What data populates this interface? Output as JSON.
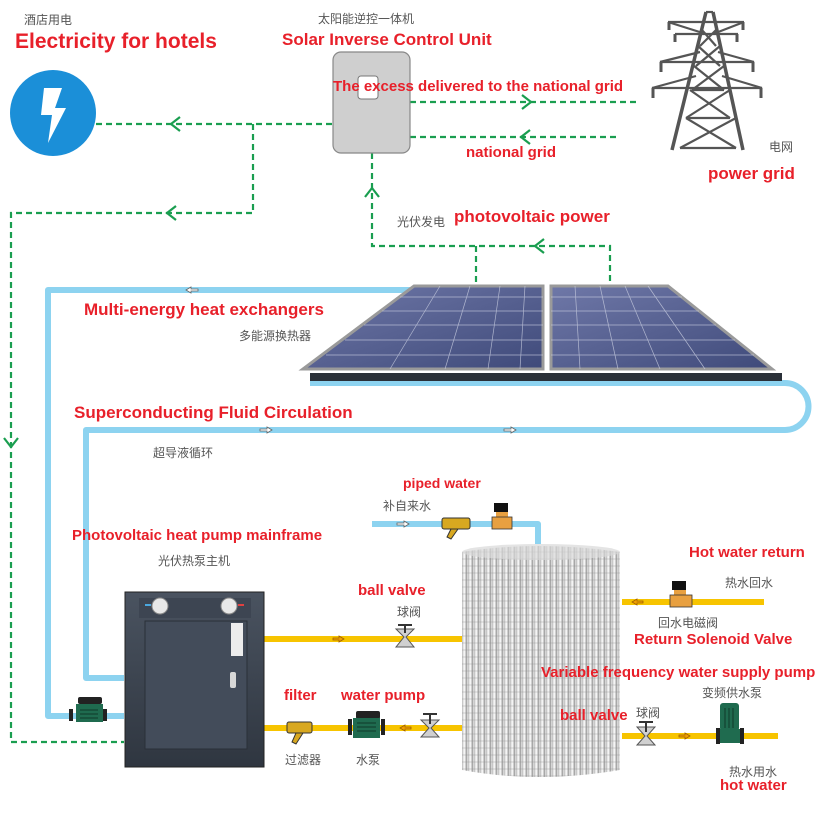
{
  "colors": {
    "label_red": "#e8202a",
    "label_gray": "#555555",
    "power_line_green": "#1a9e50",
    "fluid_pipe_blue": "#8dd3f0",
    "water_pipe_yellow": "#f7c400",
    "icon_blue": "#1b8fd8",
    "pump_green": "#1f6b4f",
    "panel_blue": "#4a5687",
    "mainframe_dark": "#3a4350"
  },
  "nodes": {
    "hotel_electricity": {
      "cn": "酒店用电",
      "en": "Electricity for hotels",
      "icon": "lightning-bolt-icon"
    },
    "inverter": {
      "cn": "太阳能逆控一体机",
      "en": "Solar Inverse Control Unit"
    },
    "power_grid": {
      "cn": "电网",
      "en": "power grid",
      "icon": "transmission-tower-icon"
    },
    "pv_power": {
      "cn": "光伏发电",
      "en": "photovoltaic power"
    },
    "heat_exchanger": {
      "cn": "多能源换热器",
      "en": "Multi-energy heat exchangers"
    },
    "fluid_circulation": {
      "cn": "超导液循环",
      "en": "Superconducting Fluid Circulation"
    },
    "piped_water": {
      "cn": "补自来水",
      "en": "piped water"
    },
    "mainframe": {
      "cn": "光伏热泵主机",
      "en": "Photovoltaic heat pump mainframe"
    },
    "ball_valve_top": {
      "cn": "球阀",
      "en": "ball valve"
    },
    "filter": {
      "cn": "过滤器",
      "en": "filter"
    },
    "water_pump": {
      "cn": "水泵",
      "en": "water pump"
    },
    "hot_water_return": {
      "cn": "热水回水",
      "en": "Hot water return"
    },
    "return_solenoid": {
      "cn": "回水电磁阀",
      "en": "Return Solenoid Valve"
    },
    "supply_pump": {
      "cn": "变频供水泵",
      "en": "Variable frequency water supply pump"
    },
    "ball_valve_right": {
      "cn": "球阀",
      "en": "ball valve"
    },
    "hot_water": {
      "cn": "热水用水",
      "en": "hot water"
    }
  },
  "flows": {
    "excess_to_grid": "The excess delivered to the national grid",
    "from_grid": "national grid"
  }
}
